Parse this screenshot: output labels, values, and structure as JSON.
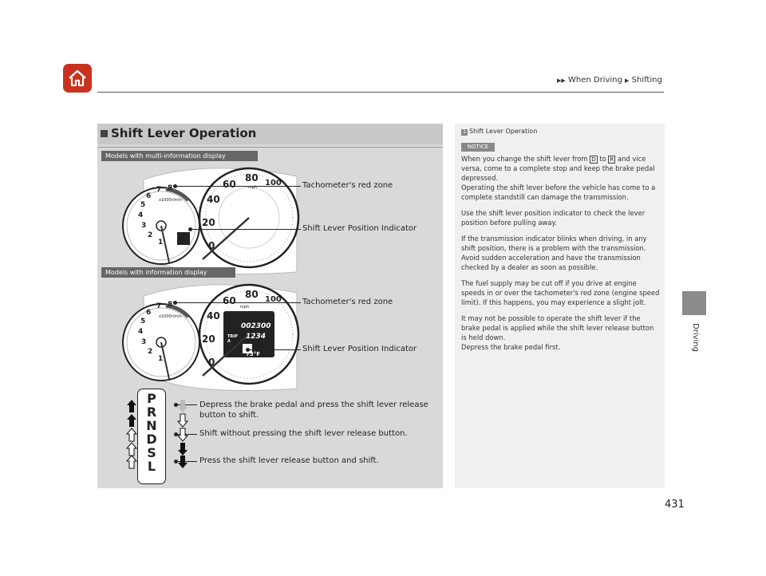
{
  "header": {
    "crumb_1": "When Driving",
    "crumb_2": "Shifting"
  },
  "side_tab_label": "Driving",
  "page_number": "431",
  "section": {
    "title": "Shift Lever Operation",
    "model_1": "Models with multi-information display",
    "model_2": "Models with information display",
    "callout_tach_1": "Tachometer's red zone",
    "callout_shift_1": "Shift Lever Position Indicator",
    "callout_tach_2": "Tachometer's red zone",
    "callout_shift_2": "Shift Lever Position Indicator",
    "gauge_1": {
      "tach_labels": [
        "1",
        "2",
        "3",
        "4",
        "5",
        "6",
        "7",
        "8"
      ],
      "tach_unit": "x1000r/min",
      "speed_labels": [
        "0",
        "20",
        "40",
        "60",
        "80",
        "100"
      ],
      "speed_unit": "mph"
    },
    "gauge_2": {
      "tach_labels": [
        "1",
        "2",
        "3",
        "4",
        "5",
        "6",
        "7",
        "8"
      ],
      "tach_unit": "x1000r/min",
      "speed_labels": [
        "0",
        "20",
        "40",
        "60",
        "80",
        "100"
      ],
      "speed_unit": "mph",
      "odometer": "002300",
      "trip_label": "TRIP A",
      "trip_value": "1234",
      "temp": "73°F"
    },
    "lever": {
      "letters": [
        "P",
        "R",
        "N",
        "D",
        "S",
        "L"
      ],
      "instr_1": "Depress the brake pedal and press the shift lever release",
      "instr_1b": "button to shift.",
      "instr_2": "Shift without pressing the shift lever release button.",
      "instr_3": "Press the shift lever release button and shift."
    }
  },
  "sidebar": {
    "ref": "1",
    "title": "Shift Lever Operation",
    "notice": "NOTICE",
    "p1_a": "When you change the shift lever from",
    "key_d": "D",
    "p1_to": "to",
    "key_r": "R",
    "p1_b": "and vice versa, come to a complete stop and keep the brake pedal depressed.",
    "p1_c": "Operating the shift lever before the vehicle has come to a complete standstill can damage the transmission.",
    "p2": "Use the shift lever position indicator to check the lever position before pulling away.",
    "p3_a": "If the transmission indicator blinks when driving, in any shift position, there is a problem with the transmission.",
    "p3_b": "Avoid sudden acceleration and have the transmission checked by a dealer as soon as possible.",
    "p4": "The fuel supply may be cut off if you drive at engine speeds in or over the tachometer's red zone (engine speed limit). If this happens, you may experience a slight jolt.",
    "p5_a": "It may not be possible to operate the shift lever if the brake pedal is applied while the shift lever release button is held down.",
    "p5_b": "Depress the brake pedal first."
  }
}
